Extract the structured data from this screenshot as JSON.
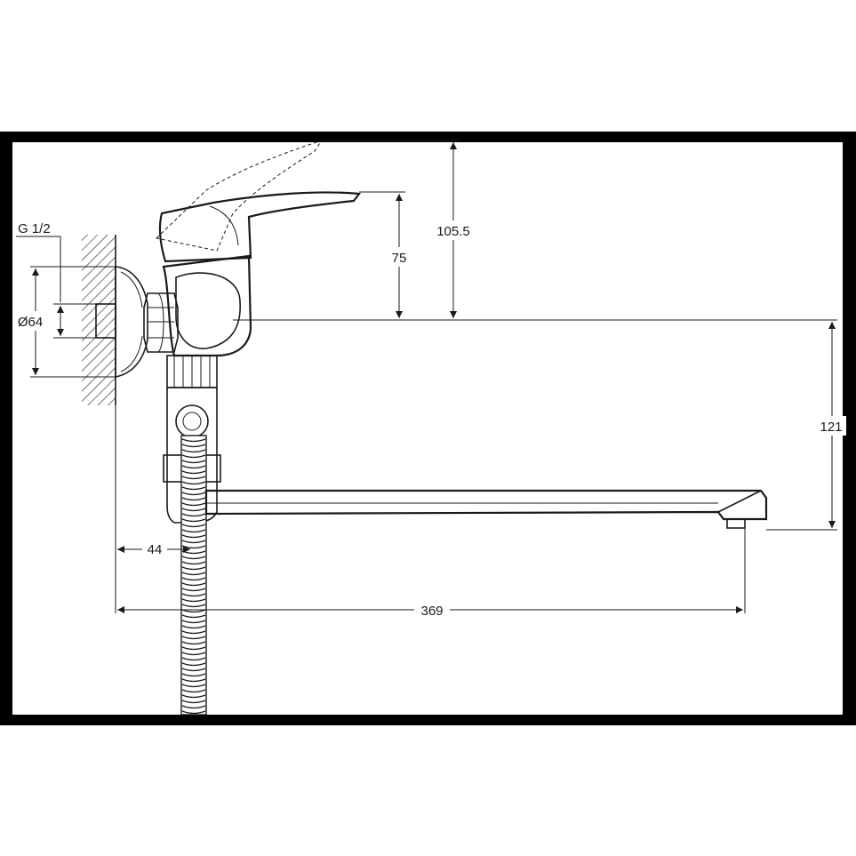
{
  "drawing": {
    "thread_label": "G 1/2",
    "diameter_label": "Ø64",
    "height_total": "105.5",
    "height_lever": "75",
    "spout_height": "121",
    "wall_offset": "44",
    "spout_reach": "369"
  },
  "colors": {
    "background": "#ffffff",
    "frame": "#000000",
    "line": "#1a1a1a"
  }
}
